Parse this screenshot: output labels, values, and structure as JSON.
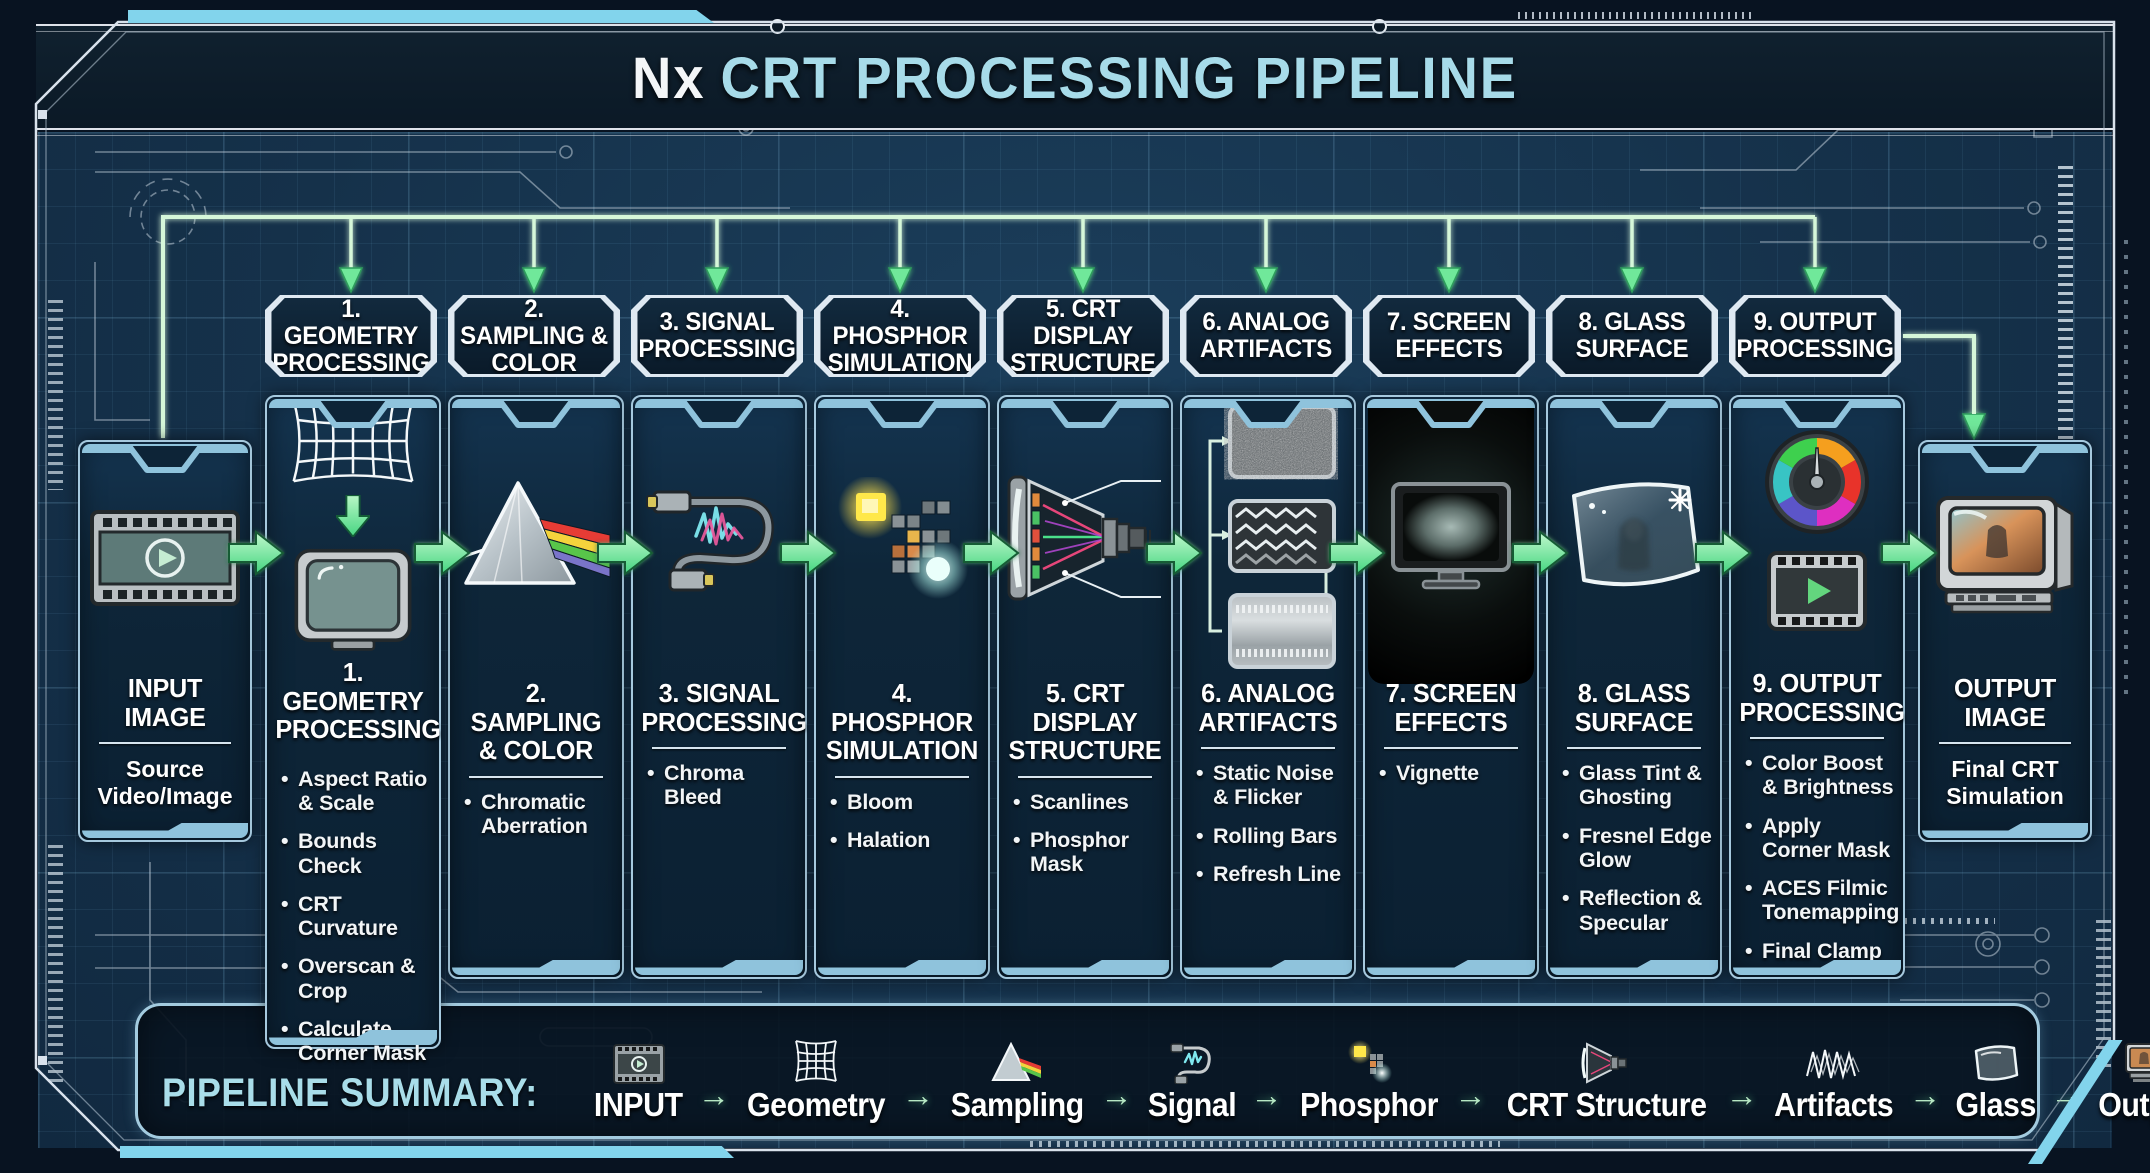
{
  "title": {
    "prefix": "Nx",
    "main": "CRT PROCESSING PIPELINE"
  },
  "input": {
    "title": "INPUT IMAGE",
    "subtitle": "Source Video/Image",
    "icon": "film-strip-play-icon"
  },
  "output": {
    "title": "OUTPUT IMAGE",
    "subtitle": "Final CRT Simulation",
    "icon": "crt-tv-output-icon"
  },
  "stages": [
    {
      "name": "1. GEOMETRY PROCESSING",
      "icons": [
        "warped-grid-icon",
        "down-arrow-icon",
        "crt-tv-icon"
      ],
      "items": [
        "Aspect Ratio & Scale",
        "Bounds Check",
        "CRT Curvature",
        "Overscan & Crop",
        "Calculate Corner Mask"
      ]
    },
    {
      "name": "2. SAMPLING & COLOR",
      "icons": [
        "prism-rainbow-icon"
      ],
      "items": [
        "Chromatic Aberration"
      ]
    },
    {
      "name": "3. SIGNAL PROCESSING",
      "icons": [
        "cable-signal-icon"
      ],
      "items": [
        "Chroma Bleed"
      ]
    },
    {
      "name": "4. PHOSPHOR SIMULATION",
      "icons": [
        "bloom-glow-icon"
      ],
      "items": [
        "Bloom",
        "Halation"
      ]
    },
    {
      "name": "5. CRT DISPLAY STRUCTURE",
      "icons": [
        "crt-tube-cross-section-icon"
      ],
      "items": [
        "Scanlines",
        "Phosphor Mask"
      ]
    },
    {
      "name": "6. ANALOG ARTIFACTS",
      "icons": [
        "noise-panels-icon"
      ],
      "items": [
        "Static Noise & Flicker",
        "Rolling Bars",
        "Refresh Line"
      ]
    },
    {
      "name": "7. SCREEN EFFECTS",
      "icons": [
        "vignette-monitor-icon"
      ],
      "items": [
        "Vignette"
      ]
    },
    {
      "name": "8. GLASS SURFACE",
      "icons": [
        "curved-glass-icon"
      ],
      "items": [
        "Glass Tint & Ghosting",
        "Fresnel Edge Glow",
        "Reflection & Specular"
      ]
    },
    {
      "name": "9. OUTPUT PROCESSING",
      "icons": [
        "color-gauge-icon",
        "film-play-icon"
      ],
      "items": [
        "Color Boost & Brightness",
        "Apply Corner Mask",
        "ACES Filmic Tonemapping",
        "Final Clamp"
      ]
    }
  ],
  "summary": {
    "label": "PIPELINE SUMMARY:",
    "arrow": "→",
    "steps": [
      {
        "label": "INPUT",
        "icon": "film-strip-icon"
      },
      {
        "label": "Geometry",
        "icon": "warped-grid-icon"
      },
      {
        "label": "Sampling",
        "icon": "prism-icon"
      },
      {
        "label": "Signal",
        "icon": "cable-icon"
      },
      {
        "label": "Phosphor",
        "icon": "phosphor-glow-icon"
      },
      {
        "label": "CRT Structure",
        "icon": "crt-tube-icon"
      },
      {
        "label": "Artifacts",
        "icon": "wave-scribble-icon"
      },
      {
        "label": "Glass",
        "icon": "glass-pane-icon"
      },
      {
        "label": "Output",
        "icon": "tv-icon"
      }
    ]
  },
  "colors": {
    "accent_green": "#4ade82",
    "accent_cyan": "#82d4ec",
    "title_cyan": "#a7dbe9",
    "background": "#15314a",
    "panel": "#0d2437",
    "border_light": "#a6c9de",
    "text": "#f4f6f8"
  }
}
